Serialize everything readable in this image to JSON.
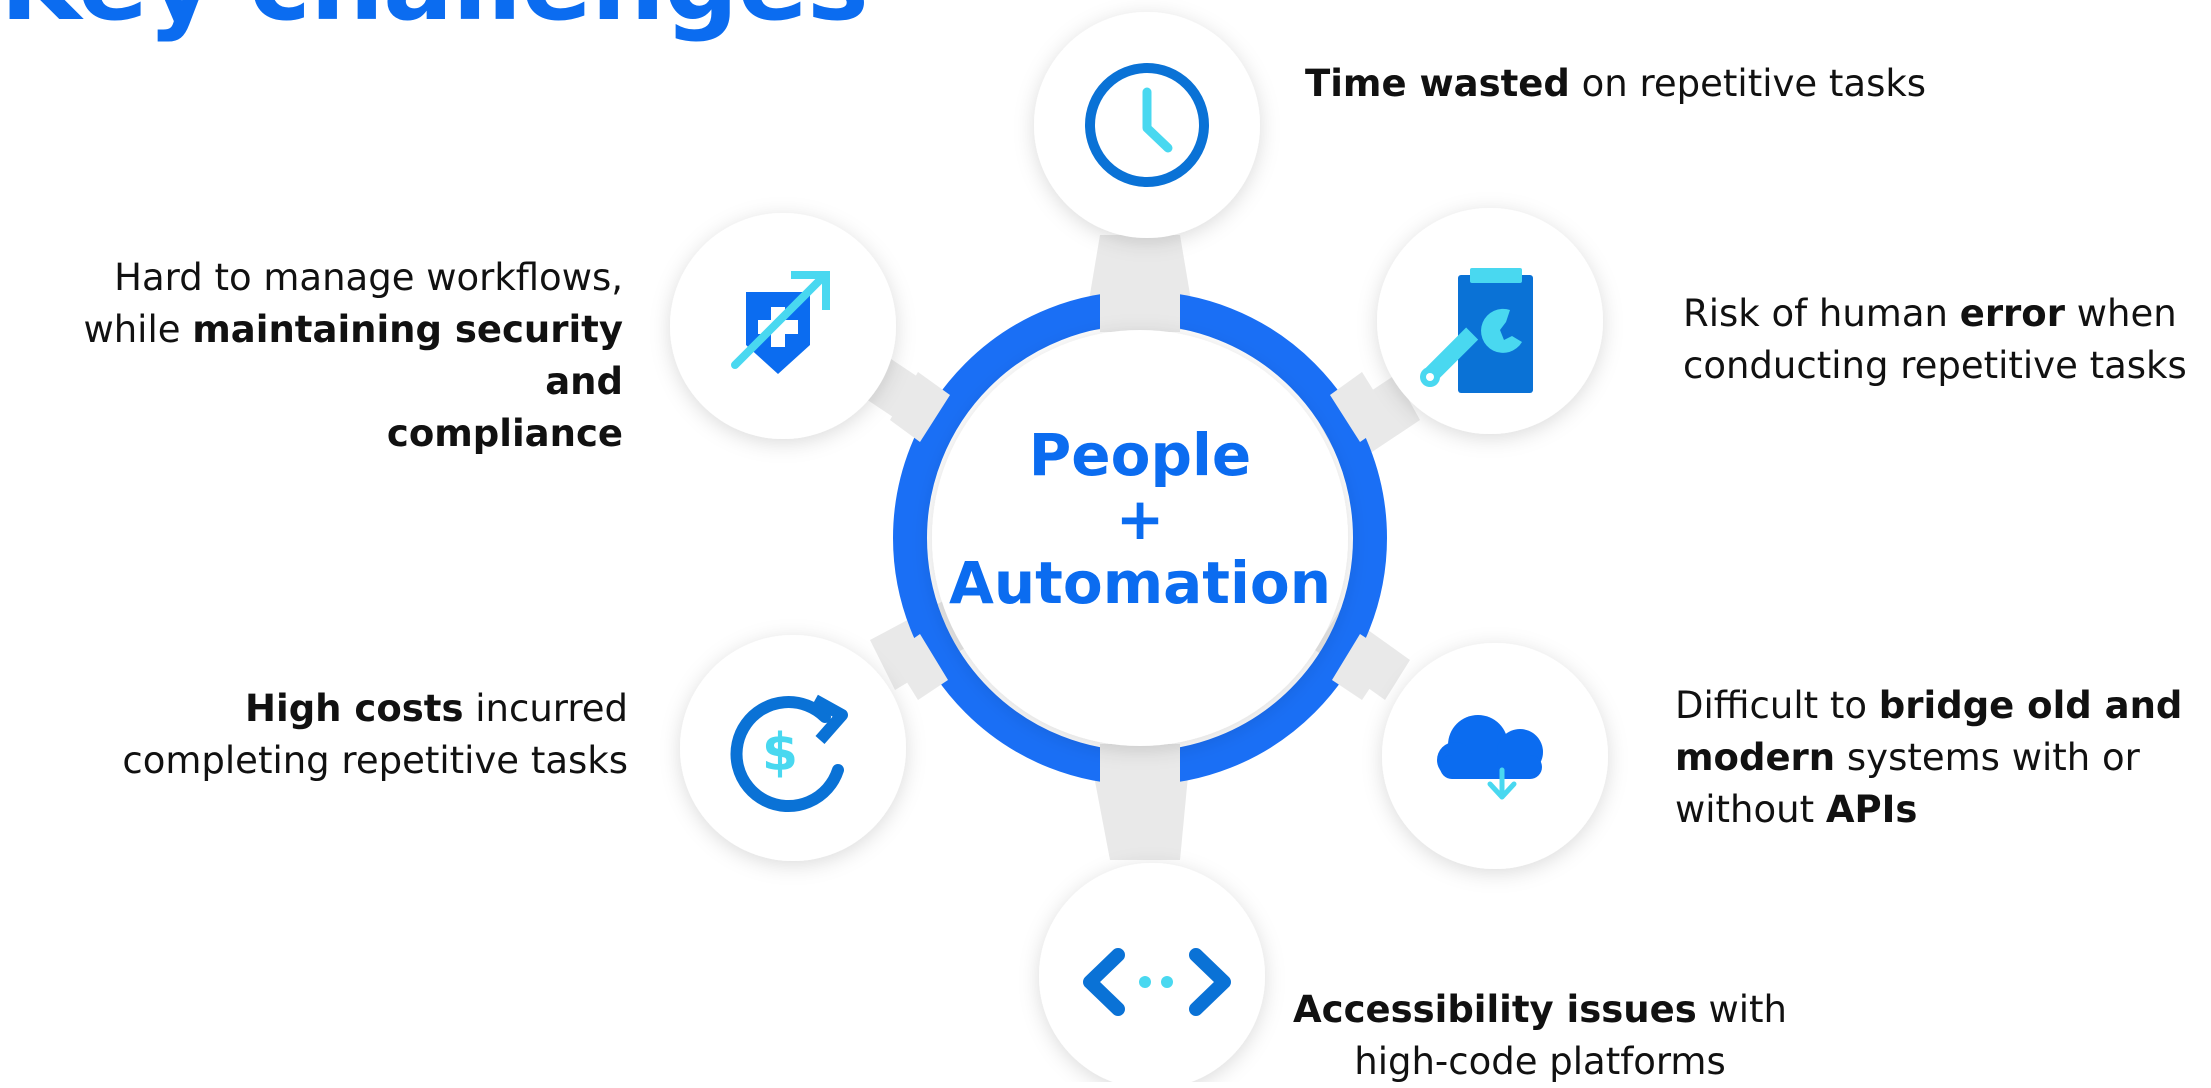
{
  "slide": {
    "title": "Key challenges",
    "center": {
      "line1": "People",
      "line2": "+",
      "line3": "Automation"
    },
    "items": [
      {
        "id": "time",
        "icon": "clock-icon",
        "bold": "Time wasted",
        "rest": " on repetitive tasks"
      },
      {
        "id": "error",
        "icon": "clipboard-wrench-icon",
        "pre": "Risk of human ",
        "bold": "error",
        "post": " when",
        "line2": "conducting repetitive tasks"
      },
      {
        "id": "apis",
        "icon": "cloud-download-icon",
        "pre": "Difficult to ",
        "bold1": "bridge old and",
        "bold2": "modern",
        "mid": " systems with or",
        "line3pre": "without ",
        "bold3": "APIs"
      },
      {
        "id": "access",
        "icon": "code-brackets-icon",
        "bold": "Accessibility issues",
        "rest": " with",
        "line2": "high-code platforms"
      },
      {
        "id": "costs",
        "icon": "dollar-refresh-icon",
        "bold": "High costs",
        "rest": " incurred",
        "line2": "completing repetitive tasks"
      },
      {
        "id": "security",
        "icon": "shield-arrow-icon",
        "line1": "Hard to manage workflows,",
        "pre": "while ",
        "bold1": "maintaining security and",
        "bold2": "compliance"
      }
    ],
    "colors": {
      "accent": "#0b6cf0",
      "ring": "#1a6ff5",
      "icon_dark": "#0a72d6",
      "icon_light": "#49d8f0",
      "connector": "#e9e9e9"
    }
  }
}
